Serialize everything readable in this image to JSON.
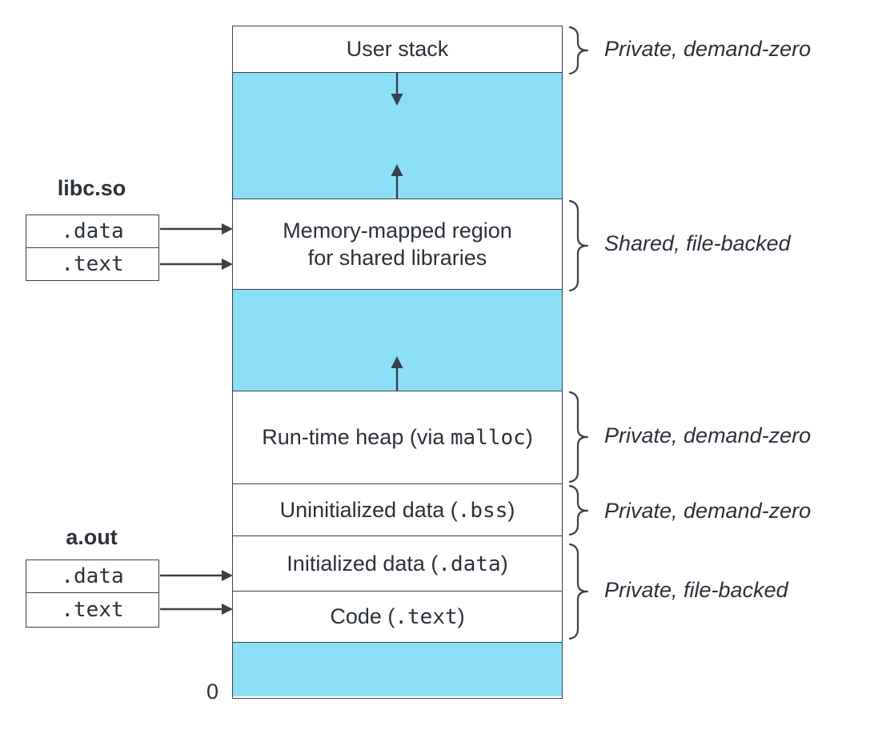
{
  "colors": {
    "region_highlight": "#8DDFF7",
    "line": "#3A4149",
    "text": "#2B313A"
  },
  "memory_column": {
    "origin_label": "0",
    "segments": [
      {
        "name": "user-stack",
        "kind": "region",
        "parts": [
          {
            "text": "User stack",
            "mono": false
          }
        ]
      },
      {
        "name": "stack-growth-gap",
        "kind": "unallocated"
      },
      {
        "name": "memory-mapped-region",
        "kind": "region",
        "lines": [
          "Memory-mapped region",
          "for shared libraries"
        ]
      },
      {
        "name": "mapped-region-growth-gap",
        "kind": "unallocated"
      },
      {
        "name": "runtime-heap",
        "kind": "region",
        "parts": [
          {
            "text": "Run-time heap (via ",
            "mono": false
          },
          {
            "text": "malloc",
            "mono": true
          },
          {
            "text": ")",
            "mono": false
          }
        ]
      },
      {
        "name": "uninitialized-data",
        "kind": "region",
        "parts": [
          {
            "text": "Uninitialized data (",
            "mono": false
          },
          {
            "text": ".bss",
            "mono": true
          },
          {
            "text": ")",
            "mono": false
          }
        ]
      },
      {
        "name": "initialized-data",
        "kind": "region",
        "parts": [
          {
            "text": "Initialized data (",
            "mono": false
          },
          {
            "text": ".data",
            "mono": true
          },
          {
            "text": ")",
            "mono": false
          }
        ]
      },
      {
        "name": "code",
        "kind": "region",
        "parts": [
          {
            "text": "Code (",
            "mono": false
          },
          {
            "text": ".text",
            "mono": true
          },
          {
            "text": ")",
            "mono": false
          }
        ]
      },
      {
        "name": "bottom-gap",
        "kind": "unallocated"
      }
    ]
  },
  "annotations": [
    {
      "label": "Private, demand-zero"
    },
    {
      "label": "Shared, file-backed"
    },
    {
      "label": "Private, demand-zero"
    },
    {
      "label": "Private, demand-zero"
    },
    {
      "label": "Private, file-backed"
    }
  ],
  "object_files": [
    {
      "title": "libc.so",
      "sections": [
        ".data",
        ".text"
      ]
    },
    {
      "title": "a.out",
      "sections": [
        ".data",
        ".text"
      ]
    }
  ],
  "icons": {
    "stack-growth-arrow": "↓",
    "mapped-region-growth-arrow": "↑",
    "heap-growth-arrow": "↑",
    "section-mapping-arrow": "→",
    "annotation-brace": "}"
  }
}
